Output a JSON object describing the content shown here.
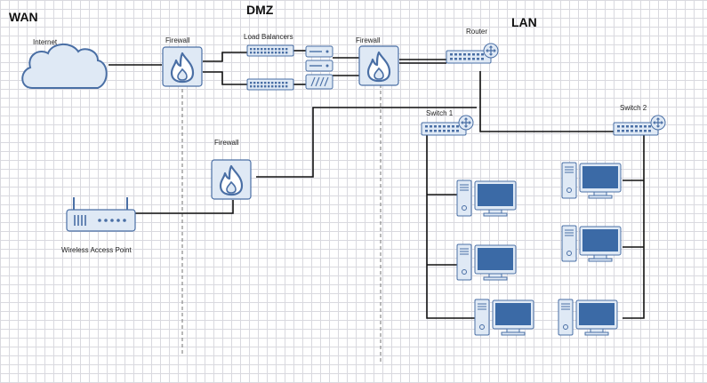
{
  "zones": {
    "wan": "WAN",
    "dmz": "DMZ",
    "lan": "LAN"
  },
  "labels": {
    "internet": "Internet",
    "firewall_wan": "Firewall",
    "load_balancers": "Load Balancers",
    "firewall_lan": "Firewall",
    "router": "Router",
    "switch1": "Switch 1",
    "switch2": "Switch 2",
    "firewall_wap": "Firewall",
    "wap": "Wireless Access Point"
  },
  "colors": {
    "icon_fill": "#dfe9f5",
    "icon_stroke": "#4a6fa5",
    "monitor_screen": "#3b6aa6",
    "line": "#111111",
    "grid": "#d9d9df",
    "zone_divider": "#8a8a8a"
  },
  "icons": {
    "cloud": "cloud-icon",
    "firewall": "firewall-icon",
    "load_balancer": "load-balancer-icon",
    "server": "server-icon",
    "router": "router-icon",
    "switch": "switch-icon",
    "workstation": "workstation-icon",
    "access_point": "access-point-icon"
  }
}
